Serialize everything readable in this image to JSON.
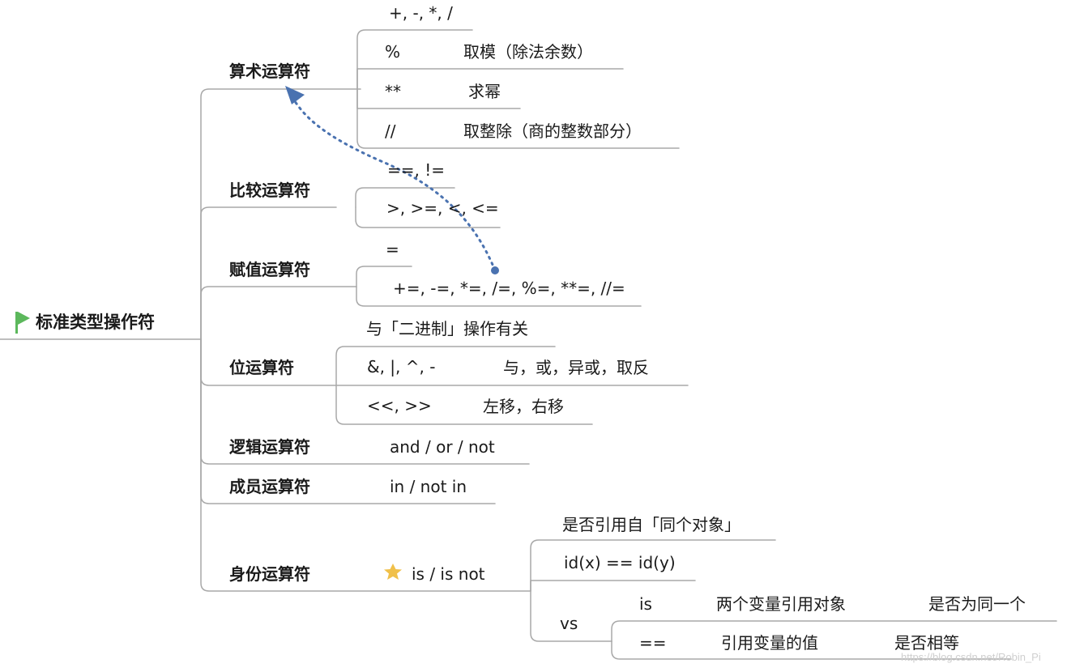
{
  "root": {
    "label": "标准类型操作符",
    "flag_icon": "green-flag-icon",
    "flag_color": "#5cb85c"
  },
  "branches": {
    "arith": {
      "label": "算术运算符",
      "items": [
        {
          "op": "+, -, *, /",
          "desc": ""
        },
        {
          "op": "%",
          "desc": "取模（除法余数）"
        },
        {
          "op": "**",
          "desc": "求幂"
        },
        {
          "op": "//",
          "desc": "取整除（商的整数部分）"
        }
      ]
    },
    "compare": {
      "label": "比较运算符",
      "items": [
        "==, !=",
        ">, >=, <, <="
      ]
    },
    "assign": {
      "label": "赋值运算符",
      "items": [
        "=",
        "+=, -=, *=, /=, %=, **=, //="
      ]
    },
    "bitwise": {
      "label": "位运算符",
      "note": "与「二进制」操作有关",
      "items": [
        {
          "op": "&, |, ^, -",
          "desc": "与，或，异或，取反"
        },
        {
          "op": "<<, >>",
          "desc": "左移，右移"
        }
      ]
    },
    "logic": {
      "label": "逻辑运算符",
      "value": "and / or / not"
    },
    "member": {
      "label": "成员运算符",
      "value": "in / not in"
    },
    "identity": {
      "label": "身份运算符",
      "value": "is / is not",
      "star_icon": "star-icon",
      "star_color": "#f0c04a",
      "items": [
        "是否引用自「同个对象」",
        "id(x) == id(y)"
      ],
      "vs": {
        "label": "vs",
        "rows": [
          {
            "op": "is",
            "desc": "两个变量引用对象",
            "result": "是否为同一个"
          },
          {
            "op": "==",
            "desc": "引用变量的值",
            "result": "是否相等"
          }
        ]
      }
    }
  },
  "relation_color": "#4a72b0",
  "watermark": "https://blog.csdn.net/Robin_Pi"
}
